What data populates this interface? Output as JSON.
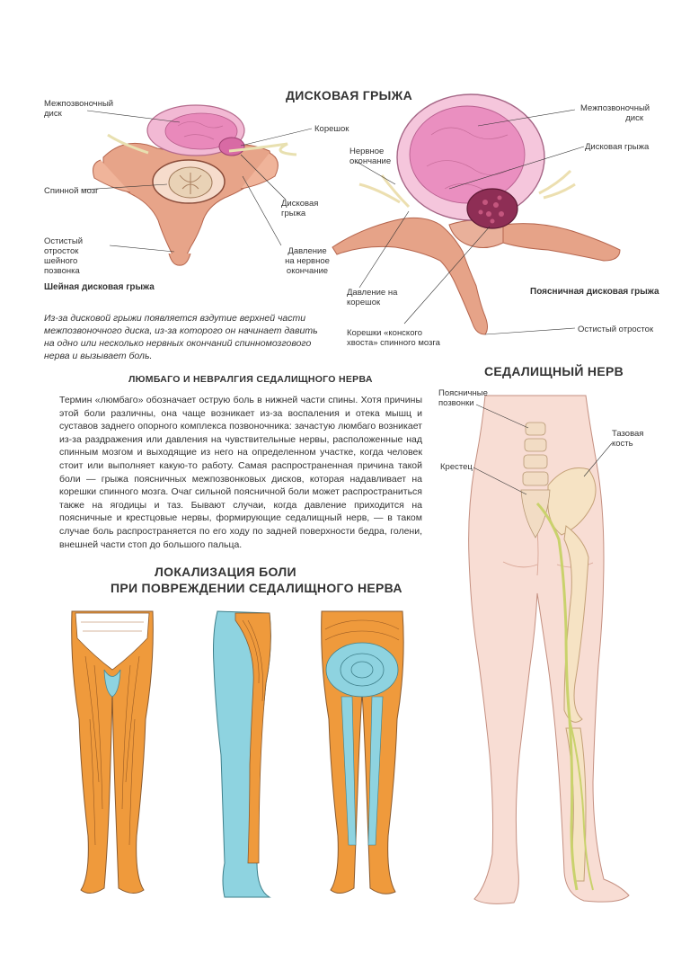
{
  "titles": {
    "disc_hernia": "ДИСКОВАЯ ГРЫЖА",
    "lumbago": "ЛЮМБАГО И НЕВРАЛГИЯ СЕДАЛИЩНОГО НЕРВА",
    "sciatic": "СЕДАЛИЩНЫЙ НЕРВ",
    "localization_line1": "ЛОКАЛИЗАЦИЯ БОЛИ",
    "localization_line2": "ПРИ ПОВРЕЖДЕНИИ СЕДАЛИЩНОГО НЕРВА"
  },
  "cervical": {
    "caption": "Шейная дисковая грыжа",
    "labels": {
      "disc": "Межпозвоночный диск",
      "root": "Корешок",
      "spinal_cord": "Спинной мозг",
      "hernia": "Дисковая грыжа",
      "process": "Остистый отросток шейного позвонка",
      "pressure": "Давление на нервное окончание"
    }
  },
  "lumbar": {
    "caption": "Поясничная дисковая грыжа",
    "labels": {
      "disc": "Межпозвоночный диск",
      "nerve_ending": "Нервное окончание",
      "hernia": "Дисковая грыжа",
      "pressure": "Давление на корешок",
      "roots": "Корешки «конского хвоста» спинного мозга",
      "process": "Остистый отросток"
    }
  },
  "hernia_note": "Из-за дисковой грыжи появляется вздутие верхней части межпозвоночного диска, из-за которого он начинает давить на одно или несколько нервных окончаний спинномозгового нерва и вызывает боль.",
  "lumbago_text": "Термин «люмбаго» обозначает острую боль в нижней части спины. Хотя причины этой боли различны, она чаще возникает из-за воспаления и отека мышц и суставов заднего опорного комплекса позвоночника: зачастую люмбаго возникает из-за раздражения или давления на чувствительные нервы, расположенные над спинным мозгом и выходящие из него на определенном участке, когда человек стоит или выполняет какую-то работу. Самая распространенная причина такой боли — грыжа поясничных межпозвонковых дисков, которая надавливает на корешки спинного мозга. Очаг сильной поясничной боли может распространиться также на ягодицы и таз. Бывают случаи, когда давление приходится на поясничные и крестцовые нервы, формирующие седалищный нерв, — в таком случае боль распространяется по его ходу по задней поверхности бедра, голени, внешней части стоп до большого пальца.",
  "sciatic_labels": {
    "lumbar_vertebrae": "Поясничные позвонки",
    "pelvic_bone": "Тазовая кость",
    "sacrum": "Крестец"
  },
  "colors": {
    "disc_pink": "#e98bbd",
    "bone": "#e9a98d",
    "pain_orange": "#ef9a3c",
    "pain_blue": "#8ed3e0",
    "skin": "#f8ddd3",
    "nerve": "#cfd87a"
  }
}
